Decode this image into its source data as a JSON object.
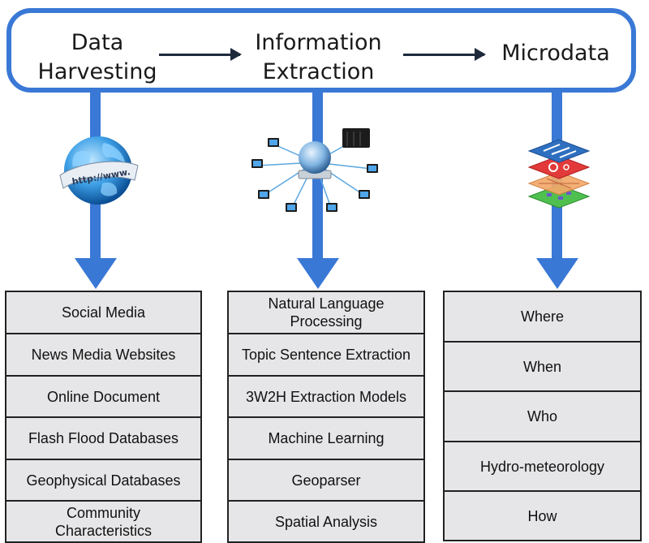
{
  "pipeline": {
    "stages": [
      {
        "label": "Data\nHarvesting"
      },
      {
        "label": "Information\nExtraction"
      },
      {
        "label": "Microdata"
      }
    ]
  },
  "icons": {
    "globe": {
      "name": "globe-www-icon",
      "text": "http://www."
    },
    "network": {
      "name": "network-icon"
    },
    "layers": {
      "name": "microdata-layers-icon"
    }
  },
  "columns": {
    "harvesting": [
      "Social Media",
      "News Media Websites",
      "Online Document",
      "Flash Flood Databases",
      "Geophysical Databases",
      "Community\nCharacteristics"
    ],
    "extraction": [
      "Natural Language\nProcessing",
      "Topic Sentence Extraction",
      "3W2H Extraction Models",
      "Machine Learning",
      "Geoparser",
      "Spatial Analysis"
    ],
    "microdata": [
      "Where",
      "When",
      "Who",
      "Hydro-meteorology",
      "How"
    ]
  },
  "colors": {
    "accent": "#3a78d6",
    "cell_bg": "#e6e6e8"
  }
}
